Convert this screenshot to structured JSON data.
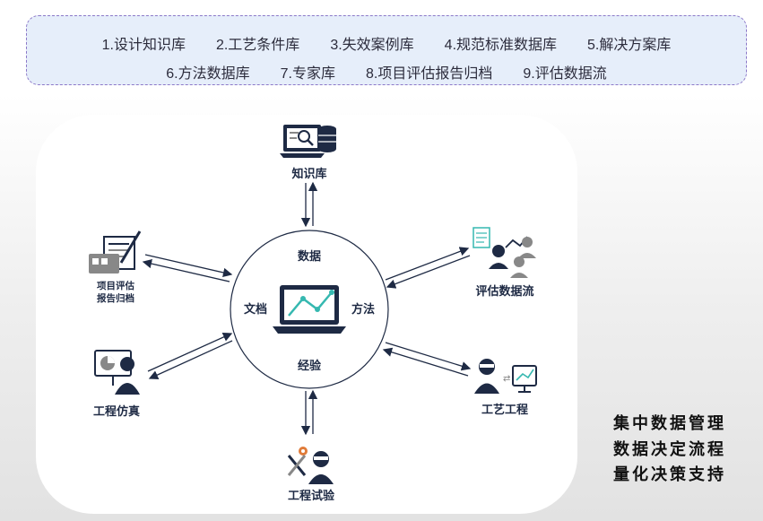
{
  "databases": {
    "row1": [
      "1.设计知识库",
      "2.工艺条件库",
      "3.失效案例库",
      "4.规范标准数据库",
      "5.解决方案库"
    ],
    "row2": [
      "6.方法数据库",
      "7.专家库",
      "8.项目评估报告归档",
      "9.评估数据流"
    ]
  },
  "center": {
    "top": "数据",
    "left": "文档",
    "right": "方法",
    "bottom": "经验"
  },
  "nodes": {
    "knowledge_base": "知识库",
    "project_report": [
      "项目评估",
      "报告归档"
    ],
    "eval_dataflow": "评估数据流",
    "eng_simulation": "工程仿真",
    "process_eng": "工艺工程",
    "eng_test": "工程试验"
  },
  "slogans": [
    "集中数据管理",
    "数据决定流程",
    "量化决策支持"
  ],
  "colors": {
    "navy": "#1e2a44",
    "teal": "#35b8b0",
    "gray": "#888888",
    "orange": "#e07b39"
  }
}
